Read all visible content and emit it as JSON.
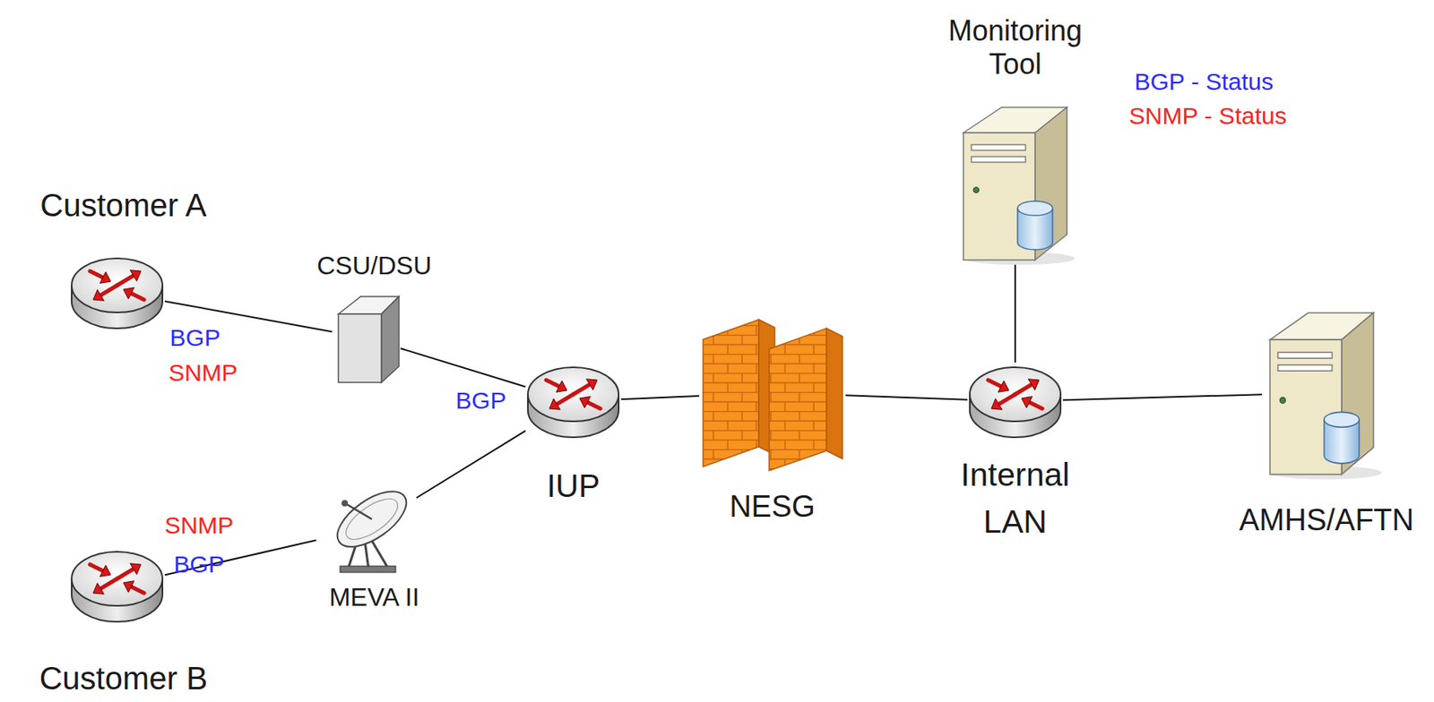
{
  "diagram": {
    "nodes": [
      {
        "text": [
          "Customer A"
        ]
      },
      {
        "text": [
          "CSU/DSU"
        ]
      },
      {
        "text": [
          "Customer B"
        ]
      },
      {
        "text": [
          "MEVA II"
        ]
      },
      {
        "text": [
          "IUP"
        ]
      },
      {
        "text": [
          "NESG"
        ]
      },
      {
        "text": [
          "Monitoring Tool"
        ]
      },
      {
        "text": [
          "Internal LAN"
        ]
      },
      {
        "text": [
          "AMHS/AFTN"
        ]
      }
    ],
    "edges": [
      {
        "from": 0,
        "to": 1,
        "arrow": "none"
      },
      {
        "from": 1,
        "to": 4,
        "arrow": "none"
      },
      {
        "from": 2,
        "to": 3,
        "arrow": "none"
      },
      {
        "from": 3,
        "to": 4,
        "arrow": "none"
      },
      {
        "from": 4,
        "to": 5,
        "arrow": "none"
      },
      {
        "from": 5,
        "to": 7,
        "arrow": "none"
      },
      {
        "from": 7,
        "to": 6,
        "arrow": "none"
      },
      {
        "from": 7,
        "to": 8,
        "arrow": "none"
      }
    ],
    "labels": [
      "BGP",
      "SNMP",
      "BGP",
      "SNMP",
      "BGP",
      "BGP - Status",
      "SNMP - Status"
    ]
  }
}
